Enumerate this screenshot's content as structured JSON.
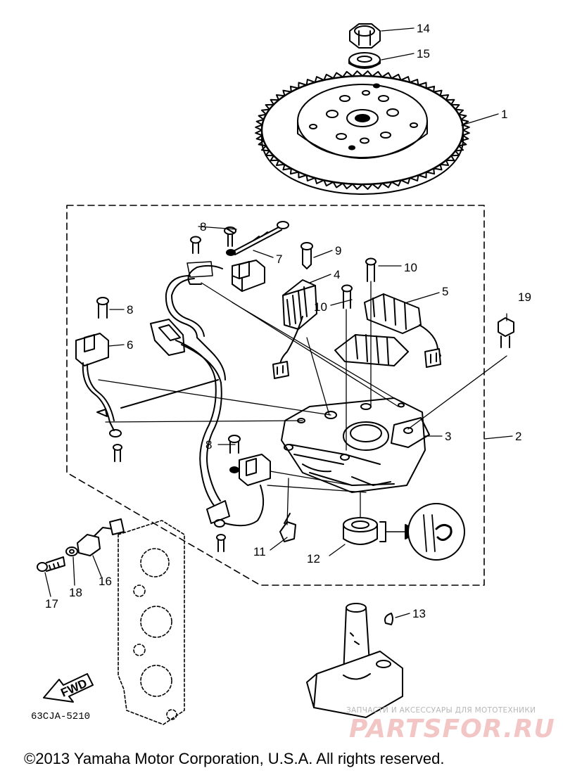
{
  "diagram": {
    "part_code": "63CJA-5210",
    "fwd_label": "FWD",
    "callouts": [
      "1",
      "2",
      "3",
      "4",
      "5",
      "6",
      "7",
      "8",
      "9",
      "10",
      "11",
      "12",
      "13",
      "14",
      "15",
      "16",
      "17",
      "18",
      "19"
    ]
  },
  "watermark": {
    "tagline": "ЗАПЧАСТИ И АКСЕССУАРЫ ДЛЯ МОТОТЕХНИКИ",
    "logo": "PARTSFOR.RU"
  },
  "footer": {
    "copyright": "©2013 Yamaha Motor Corporation, U.S.A. All rights reserved."
  }
}
